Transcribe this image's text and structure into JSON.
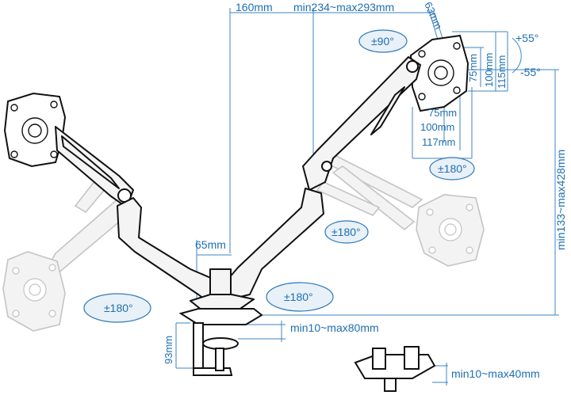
{
  "labels": {
    "dim_160": "160mm",
    "dim_arm_range": "min234~max293mm",
    "dim_63": "63mm",
    "rot_90": "±90°",
    "tilt_up": "+55°",
    "tilt_down": "-55°",
    "vesa_75_v": "75mm",
    "vesa_100_v": "100mm",
    "vesa_115_v": "115mm",
    "vesa_75_h": "75mm",
    "vesa_100_h": "100mm",
    "vesa_117_h": "117mm",
    "swivel_right": "±180°",
    "height_range": "min133~max428mm",
    "elbow_right": "±180°",
    "dim_65": "65mm",
    "base_left": "±180°",
    "base_right": "±180°",
    "desk_clamp": "min10~max80mm",
    "dim_93": "93mm",
    "grommet": "min10~max40mm"
  },
  "colors": {
    "dimension_line": "#3b86c3",
    "label_text": "#1e6fb0",
    "ellipse_fill": "#e8f0f8",
    "outline": "#111111",
    "ghost": "#c4c4c4"
  }
}
